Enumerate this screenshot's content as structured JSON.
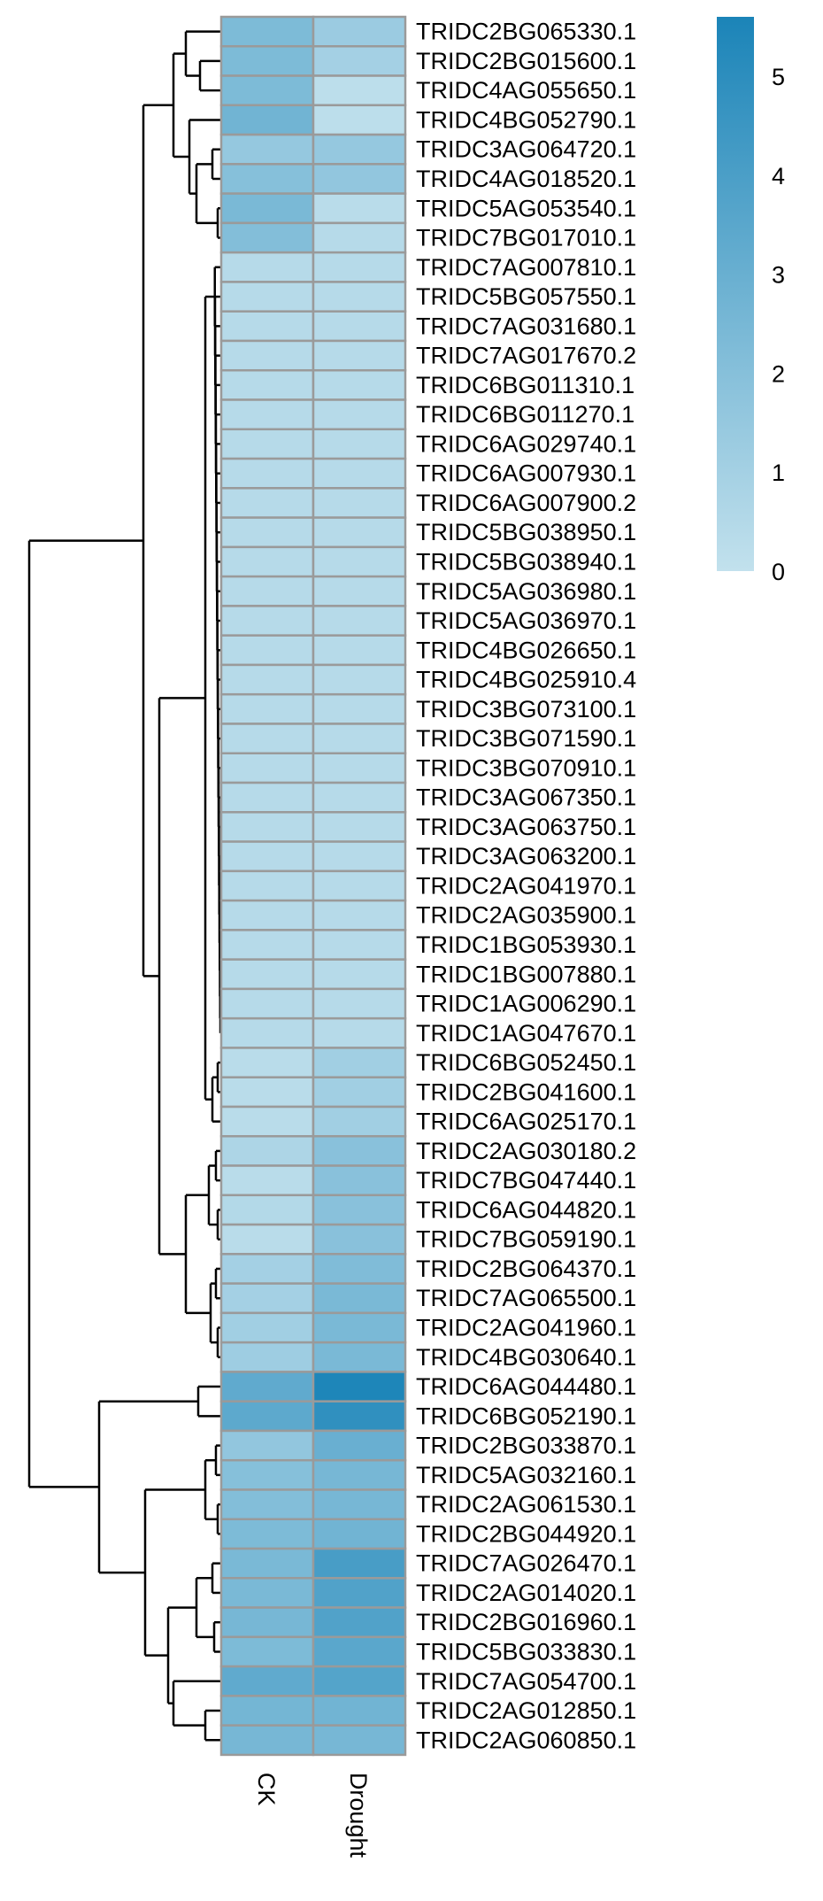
{
  "chart_data": {
    "type": "heatmap",
    "title": "",
    "columns": [
      "CK",
      "Drought"
    ],
    "rows": [
      "TRIDC2BG065330.1",
      "TRIDC2BG015600.1",
      "TRIDC4AG055650.1",
      "TRIDC4BG052790.1",
      "TRIDC3AG064720.1",
      "TRIDC4AG018520.1",
      "TRIDC5AG053540.1",
      "TRIDC7BG017010.1",
      "TRIDC7AG007810.1",
      "TRIDC5BG057550.1",
      "TRIDC7AG031680.1",
      "TRIDC7AG017670.2",
      "TRIDC6BG011310.1",
      "TRIDC6BG011270.1",
      "TRIDC6AG029740.1",
      "TRIDC6AG007930.1",
      "TRIDC6AG007900.2",
      "TRIDC5BG038950.1",
      "TRIDC5BG038940.1",
      "TRIDC5AG036980.1",
      "TRIDC5AG036970.1",
      "TRIDC4BG026650.1",
      "TRIDC4BG025910.4",
      "TRIDC3BG073100.1",
      "TRIDC3BG071590.1",
      "TRIDC3BG070910.1",
      "TRIDC3AG067350.1",
      "TRIDC3AG063750.1",
      "TRIDC3AG063200.1",
      "TRIDC2AG041970.1",
      "TRIDC2AG035900.1",
      "TRIDC1BG053930.1",
      "TRIDC1BG007880.1",
      "TRIDC1AG006290.1",
      "TRIDC1AG047670.1",
      "TRIDC6BG052450.1",
      "TRIDC2BG041600.1",
      "TRIDC6AG025170.1",
      "TRIDC2AG030180.2",
      "TRIDC7BG047440.1",
      "TRIDC6AG044820.1",
      "TRIDC7BG059190.1",
      "TRIDC2BG064370.1",
      "TRIDC7AG065500.1",
      "TRIDC2AG041960.1",
      "TRIDC4BG030640.1",
      "TRIDC6AG044480.1",
      "TRIDC6BG052190.1",
      "TRIDC2BG033870.1",
      "TRIDC5AG032160.1",
      "TRIDC2AG061530.1",
      "TRIDC2BG044920.1",
      "TRIDC7AG026470.1",
      "TRIDC2AG014020.1",
      "TRIDC2BG016960.1",
      "TRIDC5BG033830.1",
      "TRIDC7AG054700.1",
      "TRIDC2AG012850.1",
      "TRIDC2AG060850.1"
    ],
    "values": [
      [
        2.3,
        1.3
      ],
      [
        2.3,
        1.0
      ],
      [
        2.3,
        0.2
      ],
      [
        2.7,
        0.2
      ],
      [
        1.5,
        1.5
      ],
      [
        2.0,
        1.6
      ],
      [
        2.4,
        0.3
      ],
      [
        2.1,
        0.4
      ],
      [
        0.4,
        0.4
      ],
      [
        0.4,
        0.4
      ],
      [
        0.4,
        0.4
      ],
      [
        0.4,
        0.4
      ],
      [
        0.4,
        0.4
      ],
      [
        0.4,
        0.4
      ],
      [
        0.4,
        0.4
      ],
      [
        0.4,
        0.4
      ],
      [
        0.4,
        0.4
      ],
      [
        0.4,
        0.4
      ],
      [
        0.4,
        0.4
      ],
      [
        0.4,
        0.4
      ],
      [
        0.4,
        0.4
      ],
      [
        0.4,
        0.4
      ],
      [
        0.4,
        0.4
      ],
      [
        0.4,
        0.4
      ],
      [
        0.4,
        0.4
      ],
      [
        0.4,
        0.4
      ],
      [
        0.4,
        0.4
      ],
      [
        0.4,
        0.4
      ],
      [
        0.4,
        0.4
      ],
      [
        0.4,
        0.4
      ],
      [
        0.4,
        0.4
      ],
      [
        0.4,
        0.4
      ],
      [
        0.4,
        0.4
      ],
      [
        0.4,
        0.4
      ],
      [
        0.4,
        0.4
      ],
      [
        0.3,
        1.1
      ],
      [
        0.3,
        1.1
      ],
      [
        0.3,
        1.1
      ],
      [
        0.7,
        1.9
      ],
      [
        0.3,
        1.9
      ],
      [
        0.5,
        1.9
      ],
      [
        0.3,
        1.9
      ],
      [
        1.0,
        2.2
      ],
      [
        1.0,
        2.4
      ],
      [
        1.1,
        2.4
      ],
      [
        1.2,
        2.4
      ],
      [
        3.3,
        5.5
      ],
      [
        3.4,
        4.9
      ],
      [
        1.6,
        3.0
      ],
      [
        2.0,
        2.5
      ],
      [
        2.1,
        2.5
      ],
      [
        2.3,
        2.7
      ],
      [
        2.4,
        4.1
      ],
      [
        2.4,
        3.8
      ],
      [
        2.5,
        3.8
      ],
      [
        2.3,
        3.5
      ],
      [
        3.3,
        3.7
      ],
      [
        2.6,
        2.7
      ],
      [
        2.5,
        2.5
      ]
    ],
    "scale": {
      "min": 0,
      "max": 5.6,
      "colors": [
        "#c2e1ed",
        "#1b84b8"
      ]
    },
    "legend": {
      "ticks": [
        0,
        1,
        2,
        3,
        4,
        5
      ],
      "placement": "top-right"
    },
    "cell_border": "#9a9a9a",
    "dendrogram": {
      "rows": true,
      "color": "#000000"
    }
  }
}
